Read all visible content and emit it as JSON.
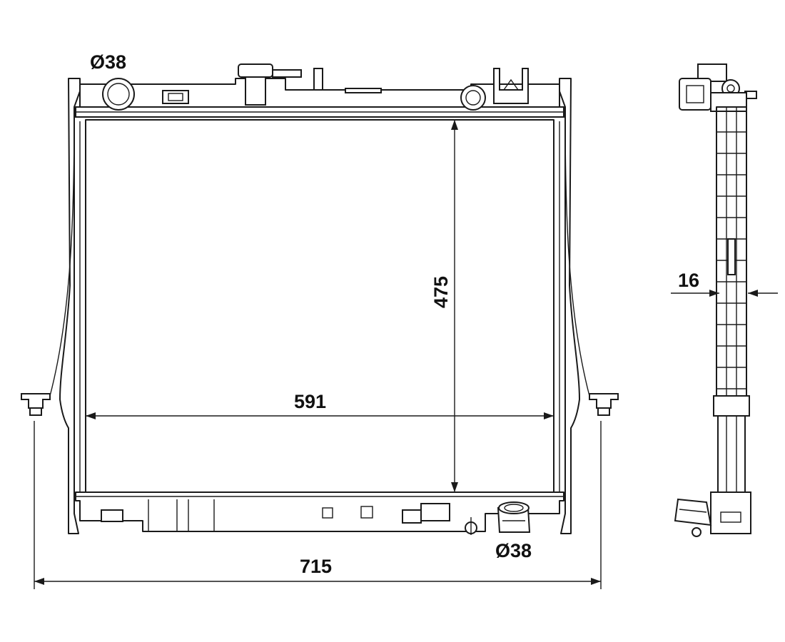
{
  "dimensions": {
    "inlet_diameter": "Ø38",
    "outlet_diameter": "Ø38",
    "core_height": "475",
    "core_width": "591",
    "overall_width": "715",
    "core_thickness": "16"
  }
}
